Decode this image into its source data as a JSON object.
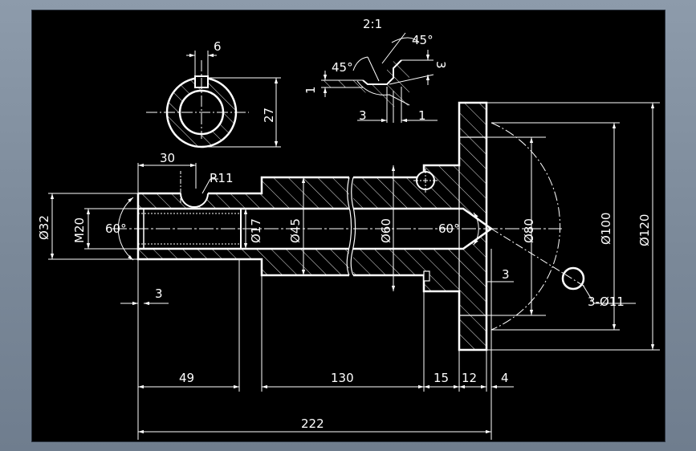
{
  "colors": {
    "background": "#000000",
    "lines": "#ffffff",
    "window_frame": "#7b8999"
  },
  "detail": {
    "scale": "2:1",
    "angle_top": "45°",
    "angle_left": "45°",
    "dim_3_top": "3",
    "dim_1_left": "1",
    "dim_3_bottom": "3",
    "dim_1_bottom": "1"
  },
  "section_view": {
    "keyway_width": "6",
    "depth": "27"
  },
  "main_view": {
    "dim_30": "30",
    "radius": "R11",
    "dia_32": "Ø32",
    "thread": "M20",
    "angle_left": "60°",
    "dia_17": "Ø17",
    "dia_45": "Ø45",
    "dia_60": "Ø60",
    "angle_right": "60°",
    "dia_80": "Ø80",
    "dia_100": "Ø100",
    "dia_120": "Ø120",
    "dim_3_chamfer": "3",
    "dim_3_flange": "3",
    "holes": "3-Ø11",
    "len_49": "49",
    "len_130": "130",
    "len_15": "15",
    "len_12": "12",
    "len_4": "4",
    "len_222": "222"
  }
}
